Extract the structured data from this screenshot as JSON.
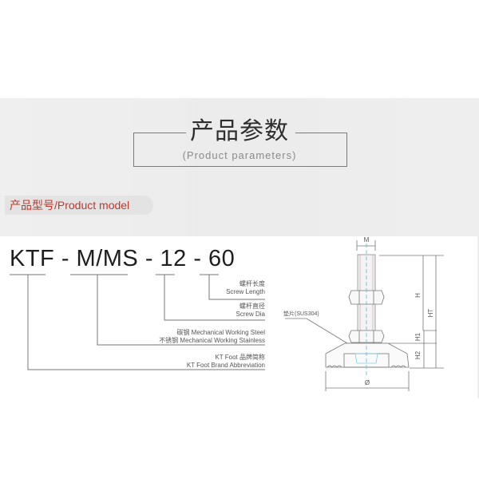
{
  "header": {
    "title_cn": "产品参数",
    "title_en": "(Product parameters)"
  },
  "section": {
    "label": "产品型号/Product model",
    "label_color": "#c0392b"
  },
  "model_code": {
    "full": "KTF - M/MS - 12 - 60",
    "parts": [
      "KTF",
      "M/MS",
      "12",
      "60"
    ]
  },
  "callouts": [
    {
      "cn": "螺杆长度",
      "en": "Screw Length"
    },
    {
      "cn": "螺杆直径",
      "en": "Screw Dia"
    },
    {
      "cn": "碳钢",
      "en": "Mechanical Working Steel"
    },
    {
      "cn": "不锈钢",
      "en": "Mechanical Working Stainless"
    },
    {
      "cn": "KT Foot 品牌简称",
      "en": "KT Foot Brand Abbreviation"
    }
  ],
  "drawing": {
    "dim_m": "M",
    "dim_h": "H",
    "dim_ht": "HT",
    "dim_h1": "H1",
    "dim_h2": "H2",
    "dim_dia": "Ø",
    "washer_label": "垫片(SUS304)"
  }
}
